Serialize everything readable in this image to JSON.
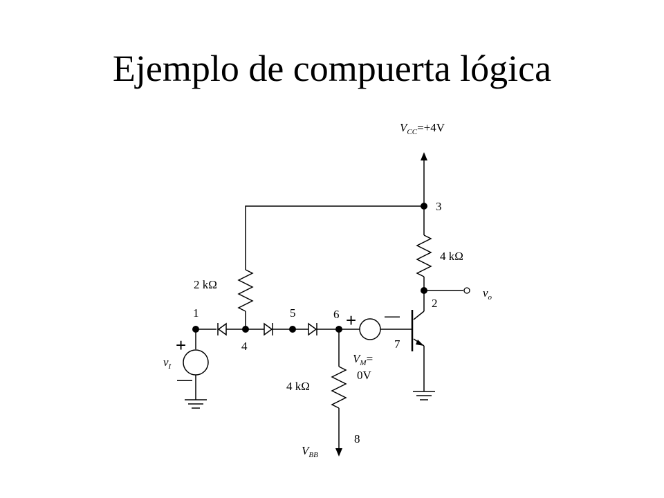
{
  "title": "Ejemplo de compuerta lógica",
  "diagram": {
    "supply": {
      "symbol": "V",
      "subscript": "CC",
      "value": "=+4V"
    },
    "nodes": [
      "1",
      "2",
      "3",
      "4",
      "5",
      "6",
      "7",
      "8"
    ],
    "resistors": {
      "top_right": "4 kΩ",
      "left": "2 kΩ",
      "bottom": "4 kΩ"
    },
    "output": {
      "symbol": "v",
      "subscript": "o"
    },
    "input": {
      "symbol": "v",
      "subscript": "I"
    },
    "meter": {
      "symbol": "V",
      "subscript": "M",
      "value_line1": "=",
      "value_line2": "0V"
    },
    "vbb": {
      "symbol": "V",
      "subscript": "BB"
    },
    "polarity": {
      "plus": "+",
      "minus": "—"
    }
  }
}
